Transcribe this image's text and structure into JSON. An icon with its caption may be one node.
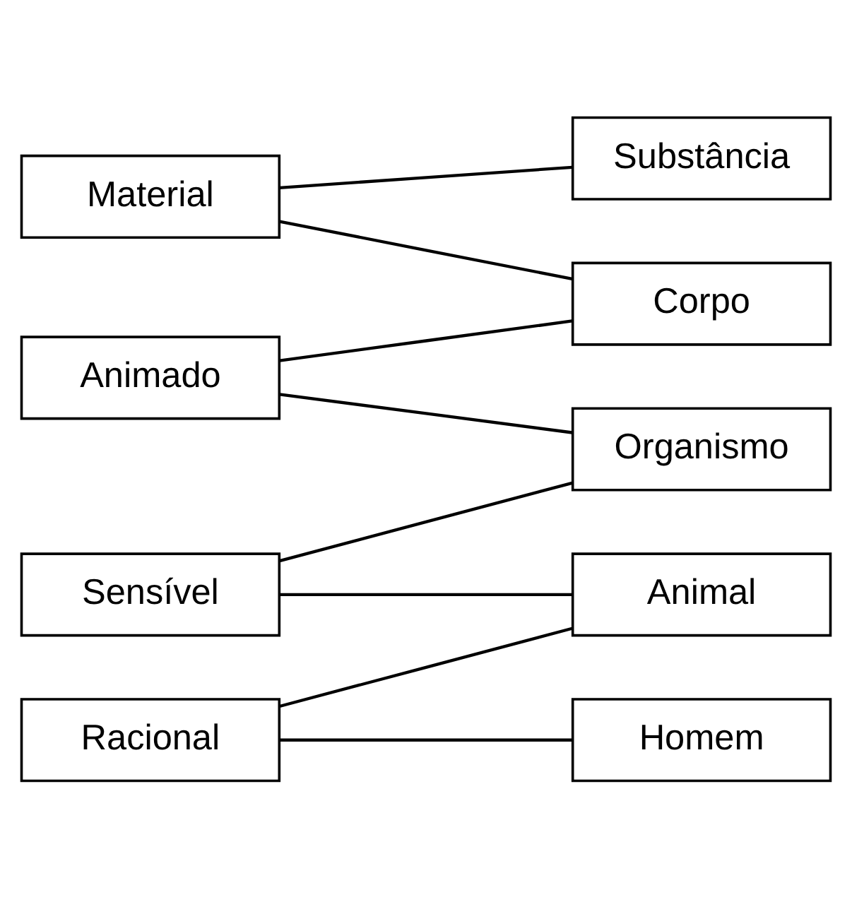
{
  "diagram": {
    "nodes": [
      {
        "text": [
          "Substância"
        ]
      },
      {
        "text": [
          "Material"
        ]
      },
      {
        "text": [
          "Corpo"
        ]
      },
      {
        "text": [
          "Animado"
        ]
      },
      {
        "text": [
          "Organismo"
        ]
      },
      {
        "text": [
          "Sensível"
        ]
      },
      {
        "text": [
          "Animal"
        ]
      },
      {
        "text": [
          "Racional"
        ]
      },
      {
        "text": [
          "Homem"
        ]
      }
    ],
    "edges": [
      {
        "from": 1,
        "to": 0,
        "arrow": "none"
      },
      {
        "from": 1,
        "to": 2,
        "arrow": "none"
      },
      {
        "from": 3,
        "to": 2,
        "arrow": "none"
      },
      {
        "from": 3,
        "to": 4,
        "arrow": "none"
      },
      {
        "from": 5,
        "to": 4,
        "arrow": "none"
      },
      {
        "from": 5,
        "to": 6,
        "arrow": "none"
      },
      {
        "from": 7,
        "to": 6,
        "arrow": "none"
      },
      {
        "from": 7,
        "to": 8,
        "arrow": "none"
      }
    ]
  }
}
